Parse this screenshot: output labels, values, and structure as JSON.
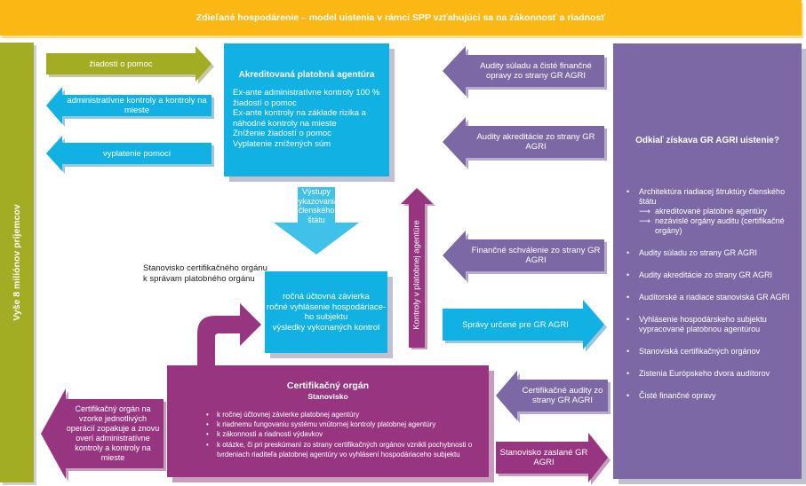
{
  "banner": {
    "title": "Zdieľané hospodárenie – model uistenia v rámci SPP vzťahujúci sa na zákonnosť a riadnosť"
  },
  "left_bar": {
    "label": "Vyše 8 miliónov príjemcov"
  },
  "colors": {
    "banner": "#fbb714",
    "green": "#a3ad23",
    "blue": "#12b1e3",
    "light_blue": "#3fc1ea",
    "violet": "#7b68a4",
    "magenta": "#973580"
  },
  "left_arrows": [
    {
      "label": "žiadosti o pomoc",
      "direction": "right",
      "color": "green"
    },
    {
      "label": "administratívne kontroly a kontroly na mieste",
      "direction": "left",
      "color": "blue"
    },
    {
      "label": "vyplatenie pomoci",
      "direction": "left",
      "color": "blue"
    }
  ],
  "agency": {
    "title": "Akreditovaná platobná agentúra",
    "lines": [
      "Ex-ante administratívne kontroly 100 % žiadostí o pomoc",
      "Ex-ante kontroly na základe rizika a náhodné kontroly na mieste",
      "Zníženie žiadostí o pomoc",
      "Vyplatenie znížených súm"
    ]
  },
  "middle_arrows": [
    {
      "label": "Audity súladu a čisté finančné opravy zo strany GR AGRI",
      "direction": "left",
      "color": "violet"
    },
    {
      "label": "Audity akreditácie zo strany GR AGRI",
      "direction": "left",
      "color": "violet"
    },
    {
      "label": "Finančné schválenie zo strany GR AGRI",
      "direction": "left",
      "color": "violet"
    },
    {
      "label": "Správy určené pre GR AGRI",
      "direction": "right",
      "color": "blue"
    },
    {
      "label": "Certifikačné audity zo strany GR AGRI",
      "direction": "left",
      "color": "violet"
    },
    {
      "label": "Stanovisko zaslané GR AGRI",
      "direction": "right",
      "color": "magenta"
    }
  ],
  "reporting_arrow": {
    "label": "Výstupy vykazovania členského štátu"
  },
  "controls_arrow": {
    "label": "Kontroly v platobnej agentúre"
  },
  "annual_box": {
    "lines": [
      "ročná účtovná závierka",
      "ročné vyhlásenie hospodáriace-ho subjektu",
      "výsledky vykonaných kontrol"
    ]
  },
  "cert_opinion_label": "Stanovisko certifikačného orgánu k správam platobného orgánu",
  "cert_body": {
    "title": "Certifikačný orgán",
    "subtitle": "Stanovisko",
    "items": [
      "k ročnej účtovnej závierke platobnej agentúry",
      "k riadnemu fungovaniu systému vnútornej kontroly platobnej agentúry",
      "k zákonnosti a riadnosti výdavkov",
      "k otázke, či pri preskúmaní zo strany certifikačných orgánov vznikli pochybnosti o tvrdeniach riaditeľa platobnej agentúry vo vyhlásení hospodáriaceho subjektu"
    ]
  },
  "cert_sample_arrow": {
    "label": "Certifikačný orgán na vzorke jednotlivých operácií zopakuje a znovu overí administratívne kontroly a kontroly na mieste"
  },
  "right_panel": {
    "title": "Odkiaľ získava GR AGRI uistenie?",
    "items": [
      {
        "text": "Architektúra riadiacej štruktúry členského štátu",
        "sub": [
          "akreditované platobné agentúry",
          "nezávislé orgány auditu (certifikačné orgány)"
        ]
      },
      {
        "text": "Audity súladu zo strany GR AGRI"
      },
      {
        "text": "Audity akreditácie zo strany GR AGRI"
      },
      {
        "text": "Audítorské a riadiace stanoviská GR AGRI"
      },
      {
        "text": "Vyhlásenie hospodárskeho subjektu vypracované platobnou agentúrou"
      },
      {
        "text": "Stanoviská certifikačných orgánov"
      },
      {
        "text": "Zistenia Európskeho dvora audítorov"
      },
      {
        "text": "Čisté finančné opravy"
      }
    ],
    "bullet": "•",
    "sub_arrow": "⟶"
  }
}
